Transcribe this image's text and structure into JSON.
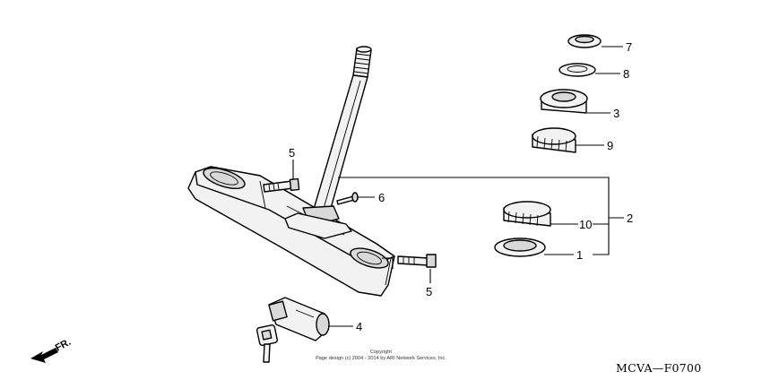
{
  "callouts": {
    "c1": "1",
    "c2": "2",
    "c3": "3",
    "c4": "4",
    "c5a": "5",
    "c5b": "5",
    "c6": "6",
    "c7": "7",
    "c8": "8",
    "c9": "9",
    "c10": "10"
  },
  "front_marker": "FR.",
  "copyright_line1": "Copyright",
  "copyright_line2": "Page design (c) 2004 - 2014 by ARI Network Services, Inc.",
  "diagram_code": "MCVA—F0700",
  "parts": [
    "steering-stem",
    "bottom-bridge",
    "bolt",
    "screw",
    "ignition-lock",
    "key",
    "lock-nut",
    "lock-washer",
    "bearing-adjust-nut",
    "bearing-upper",
    "bearing-lower",
    "dust-seal"
  ]
}
